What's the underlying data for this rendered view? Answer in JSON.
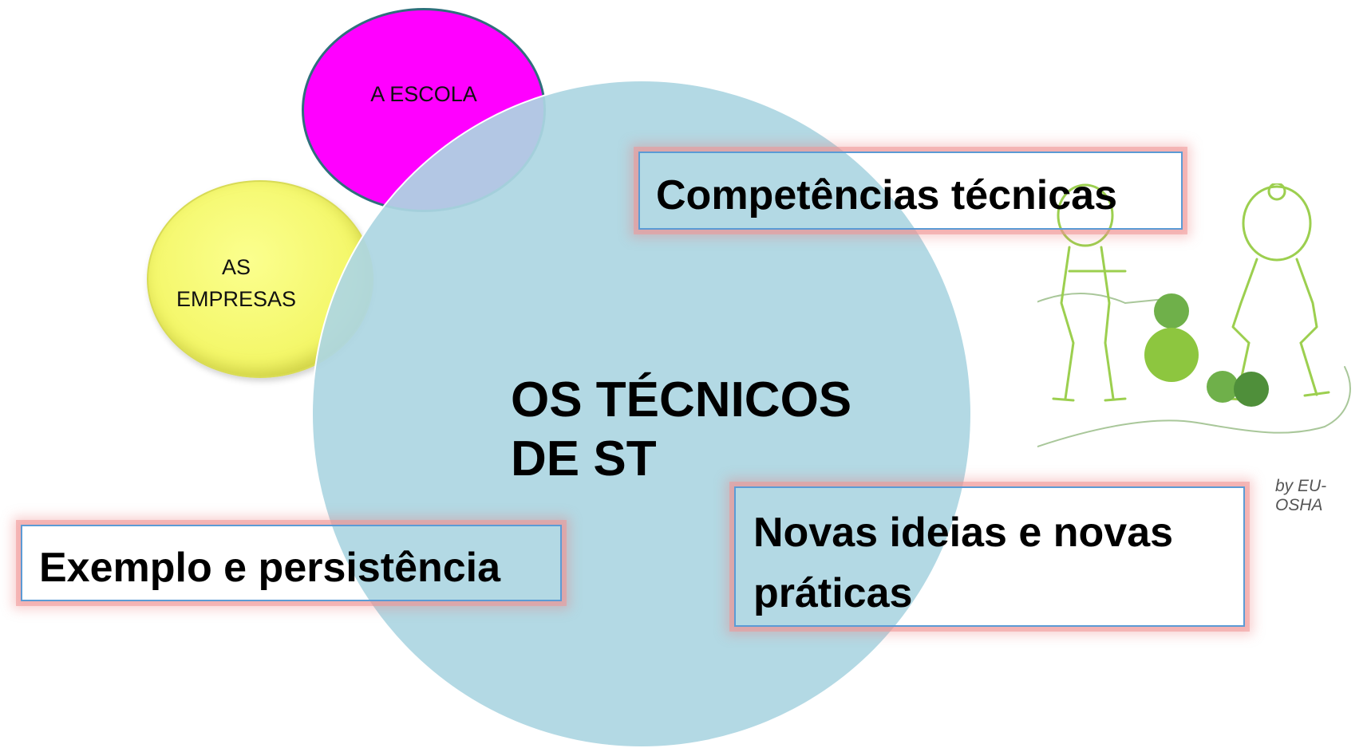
{
  "ellipses": {
    "escola": {
      "label": "A ESCOLA",
      "color": "#ff00ff"
    },
    "empresas": {
      "label": "AS\nEMPRESAS",
      "color": "#f6f870"
    },
    "main": {
      "label": "OS TÉCNICOS\nDE ST",
      "color": "#add6e2"
    }
  },
  "boxes": {
    "competencias": "Competências técnicas",
    "exemplo": "Exemplo e persistência",
    "novas": "Novas ideias e novas práticas"
  },
  "illustration": {
    "icon": "eu-osha-figures-with-yarn-balls",
    "credit": "by EU-OSHA",
    "accent": "#8dc63f"
  },
  "colors": {
    "box_border": "#5b9bd5",
    "box_glow": "#f08080"
  }
}
